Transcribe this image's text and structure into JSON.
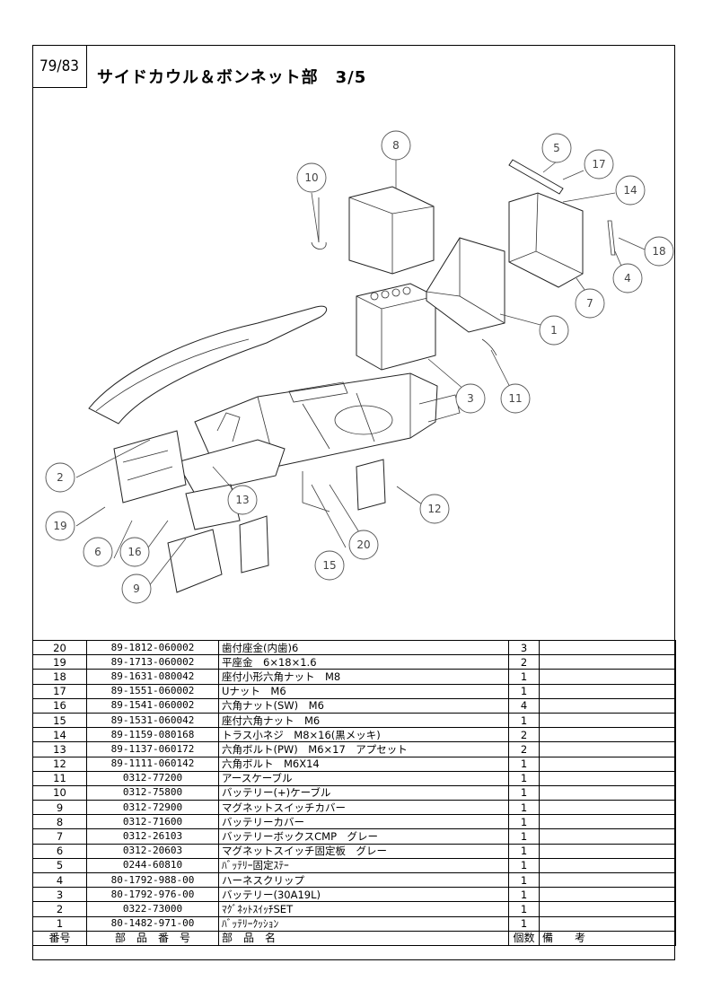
{
  "page": {
    "number": "79/83",
    "title": "サイドカウル＆ボンネット部　3/5"
  },
  "parts": [
    {
      "no": "20",
      "part_no": "89-1812-060002",
      "name": "歯付座金(内歯)6",
      "qty": "3",
      "note": ""
    },
    {
      "no": "19",
      "part_no": "89-1713-060002",
      "name": "平座金　6×18×1.6",
      "qty": "2",
      "note": ""
    },
    {
      "no": "18",
      "part_no": "89-1631-080042",
      "name": "座付小形六角ナット　M8",
      "qty": "1",
      "note": ""
    },
    {
      "no": "17",
      "part_no": "89-1551-060002",
      "name": "Uナット　M6",
      "qty": "1",
      "note": ""
    },
    {
      "no": "16",
      "part_no": "89-1541-060002",
      "name": "六角ナット(SW)　M6",
      "qty": "4",
      "note": ""
    },
    {
      "no": "15",
      "part_no": "89-1531-060042",
      "name": "座付六角ナット　M6",
      "qty": "1",
      "note": ""
    },
    {
      "no": "14",
      "part_no": "89-1159-080168",
      "name": "トラス小ネジ　M8×16(黒メッキ)",
      "qty": "2",
      "note": ""
    },
    {
      "no": "13",
      "part_no": "89-1137-060172",
      "name": "六角ボルト(PW)　M6×17　アプセット",
      "qty": "2",
      "note": ""
    },
    {
      "no": "12",
      "part_no": "89-1111-060142",
      "name": "六角ボルト　M6X14",
      "qty": "1",
      "note": ""
    },
    {
      "no": "11",
      "part_no": "0312-77200",
      "name": "アースケーブル",
      "qty": "1",
      "note": ""
    },
    {
      "no": "10",
      "part_no": "0312-75800",
      "name": "バッテリー(+)ケーブル",
      "qty": "1",
      "note": ""
    },
    {
      "no": "9",
      "part_no": "0312-72900",
      "name": "マグネットスイッチカバー",
      "qty": "1",
      "note": ""
    },
    {
      "no": "8",
      "part_no": "0312-71600",
      "name": "バッテリーカバー",
      "qty": "1",
      "note": ""
    },
    {
      "no": "7",
      "part_no": "0312-26103",
      "name": "バッテリーボックスCMP　グレー",
      "qty": "1",
      "note": ""
    },
    {
      "no": "6",
      "part_no": "0312-20603",
      "name": "マグネットスイッチ固定板　グレー",
      "qty": "1",
      "note": ""
    },
    {
      "no": "5",
      "part_no": "0244-60810",
      "name": "ﾊﾞｯﾃﾘｰ固定ｽﾃｰ",
      "qty": "1",
      "note": ""
    },
    {
      "no": "4",
      "part_no": "80-1792-988-00",
      "name": "ハーネスクリップ",
      "qty": "1",
      "note": ""
    },
    {
      "no": "3",
      "part_no": "80-1792-976-00",
      "name": "バッテリー(30A19L)",
      "qty": "1",
      "note": ""
    },
    {
      "no": "2",
      "part_no": "0322-73000",
      "name": "ﾏｸﾞﾈｯﾄｽｲｯﾁSET",
      "qty": "1",
      "note": ""
    },
    {
      "no": "1",
      "part_no": "80-1482-971-00",
      "name": "ﾊﾞｯﾃﾘｰｸｯｼｮﾝ",
      "qty": "1",
      "note": ""
    }
  ],
  "header": {
    "no": "番号",
    "part_no": "部　品　番　号",
    "name": "部　品　名",
    "qty": "個数",
    "note": "備　　考"
  },
  "callouts": [
    "1",
    "2",
    "3",
    "4",
    "5",
    "6",
    "7",
    "8",
    "9",
    "10",
    "11",
    "12",
    "13",
    "14",
    "15",
    "16",
    "17",
    "18",
    "19",
    "20"
  ]
}
